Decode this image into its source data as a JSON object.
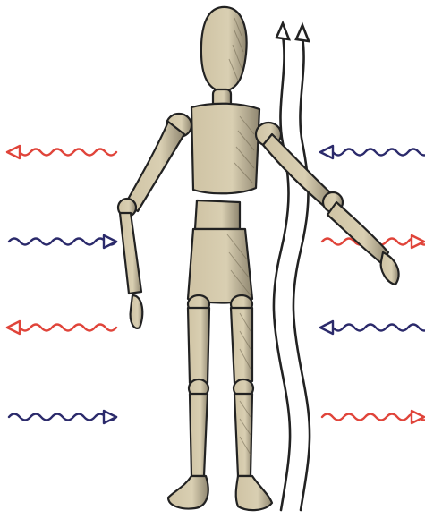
{
  "illustration": {
    "subject": "wooden-mannequin",
    "colors": {
      "wood": "#d8cdb0",
      "wood_shade": "#a39880",
      "outline": "#222222",
      "warm_wave": "#e0443a",
      "cool_wave": "#2b2a6b",
      "current": "#222222"
    }
  },
  "waves": [
    {
      "side": "left",
      "direction": "outward",
      "kind": "warm"
    },
    {
      "side": "left",
      "direction": "inward",
      "kind": "cool"
    },
    {
      "side": "left",
      "direction": "outward",
      "kind": "warm"
    },
    {
      "side": "left",
      "direction": "inward",
      "kind": "cool"
    },
    {
      "side": "right",
      "direction": "inward",
      "kind": "cool"
    },
    {
      "side": "right",
      "direction": "outward",
      "kind": "warm"
    },
    {
      "side": "right",
      "direction": "inward",
      "kind": "cool"
    },
    {
      "side": "right",
      "direction": "outward",
      "kind": "warm"
    }
  ],
  "air_current": {
    "direction": "up",
    "arrow_count": 2
  }
}
